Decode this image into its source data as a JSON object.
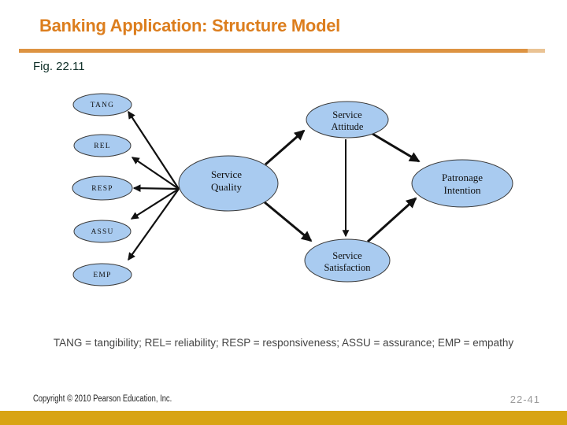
{
  "header": {
    "title": "Banking Application: Structure Model",
    "fig_label": "Fig. 22.11"
  },
  "diagram": {
    "nodes": {
      "tang": {
        "label": "TANG"
      },
      "rel": {
        "label": "REL"
      },
      "resp": {
        "label": "RESP"
      },
      "assu": {
        "label": "ASSU"
      },
      "emp": {
        "label": "EMP"
      },
      "service_quality": {
        "line1": "Service",
        "line2": "Quality"
      },
      "service_attitude": {
        "line1": "Service",
        "line2": "Attitude"
      },
      "service_satisfaction": {
        "line1": "Service",
        "line2": "Satisfaction"
      },
      "patronage_intention": {
        "line1": "Patronage",
        "line2": "Intention"
      }
    },
    "edges": [
      {
        "from": "service_quality",
        "to": "tang"
      },
      {
        "from": "service_quality",
        "to": "rel"
      },
      {
        "from": "service_quality",
        "to": "resp"
      },
      {
        "from": "service_quality",
        "to": "assu"
      },
      {
        "from": "service_quality",
        "to": "emp"
      },
      {
        "from": "service_quality",
        "to": "service_attitude"
      },
      {
        "from": "service_quality",
        "to": "service_satisfaction"
      },
      {
        "from": "service_attitude",
        "to": "service_satisfaction"
      },
      {
        "from": "service_attitude",
        "to": "patronage_intention"
      },
      {
        "from": "service_satisfaction",
        "to": "patronage_intention"
      }
    ]
  },
  "caption": {
    "text": "TANG = tangibility; REL= reliability; RESP = responsiveness; ASSU = assurance; EMP = empathy"
  },
  "footer": {
    "copyright": "Copyright © 2010 Pearson Education, Inc.",
    "page": "22-41"
  },
  "colors": {
    "title_orange": "#DC7E1E",
    "rule_orange": "#DD9342",
    "rule_tip_tan": "#EAC394",
    "fig_text_teal": "#0F2F28",
    "node_fill_blue": "#A9CBF0",
    "node_stroke": "#3A3A3A",
    "arrow_black": "#111111",
    "caption_text": "#444444",
    "page_number_gray": "#9A9A9A",
    "bottom_bar_gold": "#D8A414"
  }
}
